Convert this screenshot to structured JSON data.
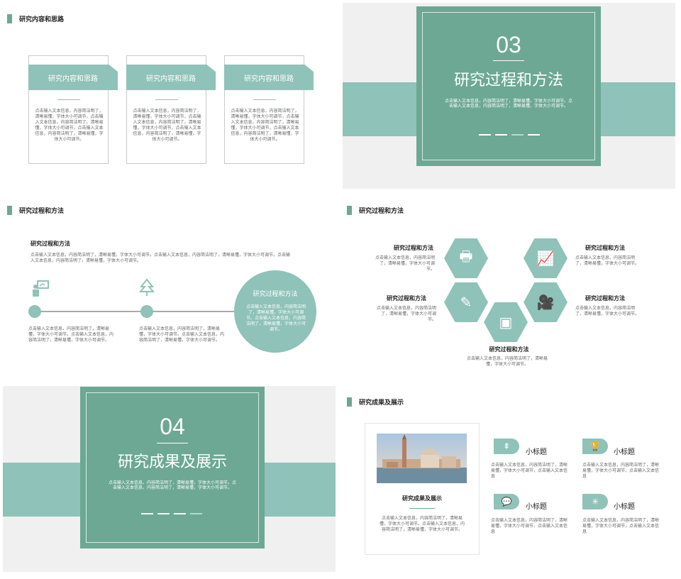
{
  "s1": {
    "header": "研究内容和思路",
    "cards": [
      {
        "title": "研究内容和思路",
        "body": "点击输入文本信息，内容简洁明了，清晰易懂，字体大小可调节，点击输入文本信息，内容简洁明了，清晰易懂，字体大小可调节，点击输入文本信息，内容简洁明了，清晰易懂，字体大小可调节。"
      },
      {
        "title": "研究内容和思路",
        "body": "点击输入文本信息，内容简洁明了，清晰易懂，字体大小可调节，点击输入文本信息，内容简洁明了，清晰易懂，字体大小可调节，点击输入文本信息，内容简洁明了，清晰易懂，字体大小可调节。"
      },
      {
        "title": "研究内容和思路",
        "body": "点击输入文本信息，内容简洁明了，清晰易懂，字体大小可调节，点击输入文本信息，内容简洁明了，清晰易懂，字体大小可调节，点击输入文本信息，内容简洁明了，清晰易懂，字体大小可调节。"
      }
    ]
  },
  "s2": {
    "number": "03",
    "title": "研究过程和方法",
    "body": "点击输入文本信息，内容简洁明了，清晰易懂，字体大小可调节。点击输入文本信息，内容简洁明了，清晰易懂，字体大小可调节。"
  },
  "s3": {
    "header": "研究过程和方法",
    "title": "研究过程和方法",
    "intro": "点击输入文本信息，内容简洁明了，清晰易懂，字体大小可调节。点击输入文本信息，内容简洁明了，清晰易懂，字体大小可调节。点击输入文本信息，内容简洁明了，清晰易懂，字体大小可调节。",
    "col1": "点击输入文本信息，内容简洁明了，清晰易懂，字体大小可调节。点击输入文本信息，内容简洁明了，清晰易懂，字体大小可调节。",
    "col2": "点击输入文本信息，内容简洁明了，清晰易懂，字体大小可调节。点击输入文本信息，内容简洁明了，清晰易懂，字体大小可调节。",
    "circle_title": "研究过程和方法",
    "circle_body": "点击输入文本信息，内容简洁明了，清晰易懂，字体大小可调节。点击输入文本信息，内容简洁明了，清晰易懂，字体大小可调节。"
  },
  "s4": {
    "header": "研究过程和方法",
    "items": [
      {
        "title": "研究过程和方法",
        "body": "点击输入文本信息，内容简洁明了，清晰易懂，字体大小可调节。"
      },
      {
        "title": "研究过程和方法",
        "body": "点击输入文本信息，内容简洁明了，清晰易懂，字体大小可调节。"
      },
      {
        "title": "研究过程和方法",
        "body": "点击输入文本信息，内容简洁明了，清晰易懂，字体大小可调节。"
      },
      {
        "title": "研究过程和方法",
        "body": "点击输入文本信息，内容简洁明了，清晰易懂，字体大小可调节。"
      },
      {
        "title": "研究过程和方法",
        "body": "点击输入文本信息，内容简洁明了，清晰易懂，字体大小可调节。"
      }
    ]
  },
  "s5": {
    "number": "04",
    "title": "研究成果及展示",
    "body": "点击输入文本信息，内容简洁明了，清晰易懂，字体大小可调节。点击输入文本信息，内容简洁明了，清晰易懂，字体大小可调节。"
  },
  "s6": {
    "header": "研究成果及展示",
    "photo_title": "研究成果及展示",
    "photo_body": "点击输入文本信息，内容简洁明了，清晰易懂，字体大小可调节。点击输入文本信息，内容简洁明了，清晰易懂，字体大小可调节。",
    "items": [
      {
        "title": "小标题",
        "body": "点击输入文本信息，内容简洁明了，清晰易懂，字体大小可调节，点击输入文本信息"
      },
      {
        "title": "小标题",
        "body": "点击输入文本信息，内容简洁明了，清晰易懂，字体大小可调节，点击输入文本信息"
      },
      {
        "title": "小标题",
        "body": "点击输入文本信息，内容简洁明了，清晰易懂，字体大小可调节，点击输入文本信息"
      },
      {
        "title": "小标题",
        "body": "点击输入文本信息，内容简洁明了，清晰易懂，字体大小可调节，点击输入文本信息"
      }
    ]
  },
  "colors": {
    "accent": "#8fc2b8",
    "dark": "#6ca894"
  },
  "icons": [
    "presentation-icon",
    "tree-icon",
    "printer-icon",
    "chart-board-icon",
    "pencil-cup-icon",
    "video-camera-icon",
    "media-files-icon",
    "trophy-icon",
    "chat-icon",
    "lamp-icon"
  ]
}
